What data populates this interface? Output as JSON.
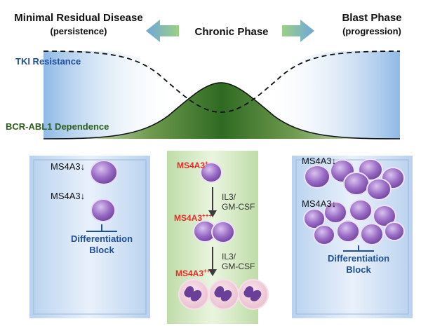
{
  "header": {
    "mrd_title": "Minimal Residual Disease",
    "mrd_sub": "(persistence)",
    "chronic_title": "Chronic Phase",
    "blast_title": "Blast Phase",
    "blast_sub": "(progression)"
  },
  "curves": {
    "tki_label": "TKI Resistance",
    "bcr_label": "BCR-ABL1 Dependence"
  },
  "left_panel": {
    "marker_1": "MS4A3↓",
    "marker_2": "MS4A3↓",
    "block_line1": "Differentiation",
    "block_line2": "Block"
  },
  "middle_panel": {
    "marker_1": "MS4A3",
    "marker_1_sup": "+",
    "cytokine_1a": "IL3/",
    "cytokine_1b": "GM-CSF",
    "marker_2": "MS4A3",
    "marker_2_sup": "+++",
    "cytokine_2a": "IL3/",
    "cytokine_2b": "GM-CSF",
    "marker_3": "MS4A3",
    "marker_3_sup": "++"
  },
  "right_panel": {
    "marker_1": "MS4A3↓",
    "marker_2": "MS4A3↓",
    "block_line1": "Differentiation",
    "block_line2": "Block"
  },
  "colors": {
    "blue_text": "#1f4f9a",
    "green_text": "#2e5e1e",
    "red_marker": "#e0302a",
    "blast_purple": "#8a5bb8"
  }
}
